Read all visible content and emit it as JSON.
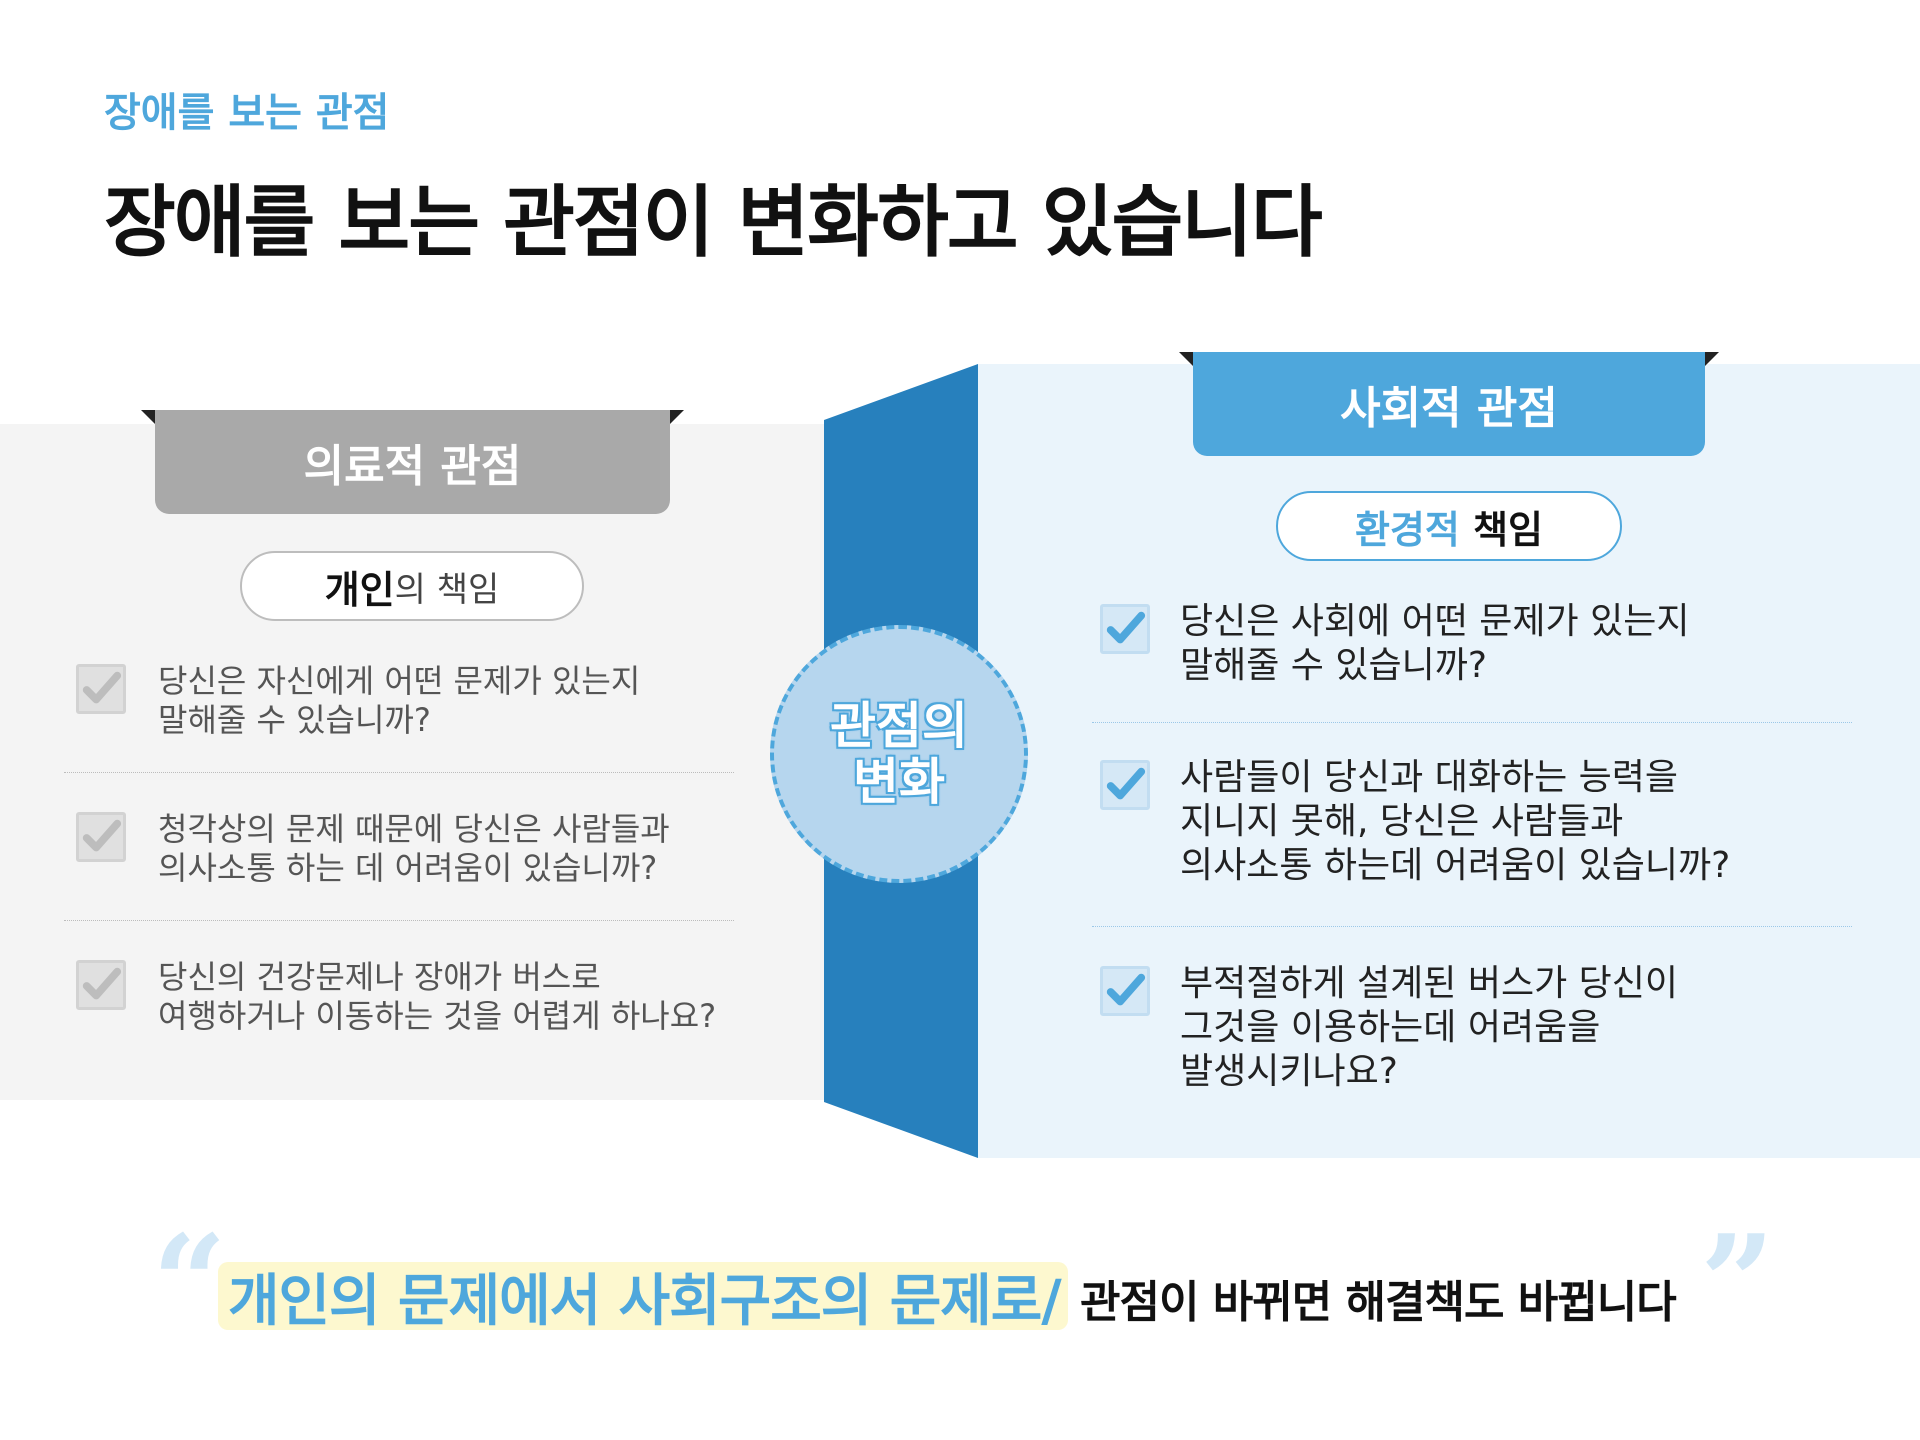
{
  "header": {
    "eyebrow": "장애를 보는 관점",
    "title": "장애를 보는 관점이 변화하고 있습니다"
  },
  "medical": {
    "tab_label": "의료적 관점",
    "pill_strong": "개인",
    "pill_rest": "의 책임",
    "items": [
      "당신은 자신에게 어떤 문제가 있는지\n말해줄 수 있습니까?",
      "청각상의 문제 때문에 당신은 사람들과\n의사소통 하는 데 어려움이 있습니까?",
      "당신의 건강문제나 장애가 버스로\n여행하거나 이동하는 것을 어렵게 하나요?"
    ]
  },
  "center": {
    "line1": "관점의",
    "line2": "변화"
  },
  "social": {
    "tab_label": "사회적 관점",
    "pill_accent": "환경적",
    "pill_rest": " 책임",
    "items": [
      "당신은 사회에 어떤 문제가 있는지\n말해줄 수 있습니까?",
      "사람들이 당신과 대화하는 능력을\n지니지 못해, 당신은 사람들과\n의사소통 하는데 어려움이 있습니까?",
      "부적절하게 설계된 버스가 당신이\n그것을 이용하는데 어려움을\n발생시키나요?"
    ]
  },
  "footer": {
    "open_quote": "“",
    "main": "개인의 문제에서 사회구조의 문제로/",
    "sub": "관점이 바뀌면 해결책도 바뀝니다",
    "close_quote": "”"
  },
  "colors": {
    "accent": "#4ea7dc",
    "dark_blue": "#2780bd",
    "gray_tab": "#a9a9a9",
    "highlight": "#fdf8cf"
  },
  "icons": {
    "check": "checkbox-check-icon",
    "quote": "quotation-mark-icon"
  }
}
